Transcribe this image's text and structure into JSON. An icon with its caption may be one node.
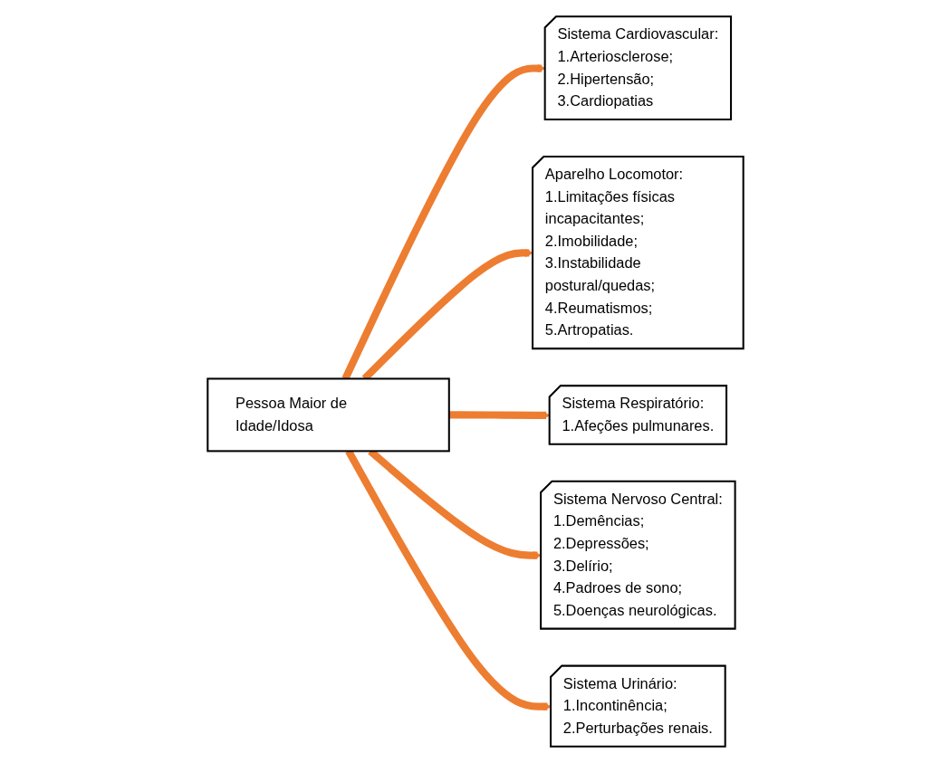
{
  "diagram": {
    "nodes": [
      {
        "text": [
          "Sistema Cardiovascular:",
          "1.Arteriosclerose;",
          "2.Hipertensão;",
          "3.Cardiopatias"
        ]
      },
      {
        "text": [
          "Aparelho Locomotor:",
          "1.Limitações físicas incapacitantes;",
          "2.Imobilidade;",
          "3.Instabilidade postural/quedas;",
          "4.Reumatismos;",
          "5.Artropatias."
        ]
      },
      {
        "text": [
          "Sistema Respiratório:",
          "1.Afeções pulmunares."
        ]
      },
      {
        "text": [
          "Pessoa Maior de Idade/Idosa"
        ]
      },
      {
        "text": [
          "Sistema Nervoso Central:",
          "1.Demências;",
          "2.Depressões;",
          "3.Delírio;",
          "4.Padroes de sono;",
          "5.Doenças neurológicas."
        ]
      },
      {
        "text": [
          "Sistema Urinário:",
          "1.Incontinência;",
          "2.Perturbações renais."
        ]
      }
    ],
    "edges": [
      {
        "from": 3,
        "to": 0,
        "arrow": "to"
      },
      {
        "from": 3,
        "to": 1,
        "arrow": "to"
      },
      {
        "from": 3,
        "to": 2,
        "arrow": "to"
      },
      {
        "from": 3,
        "to": 4,
        "arrow": "to"
      },
      {
        "from": 3,
        "to": 5,
        "arrow": "to"
      }
    ]
  }
}
